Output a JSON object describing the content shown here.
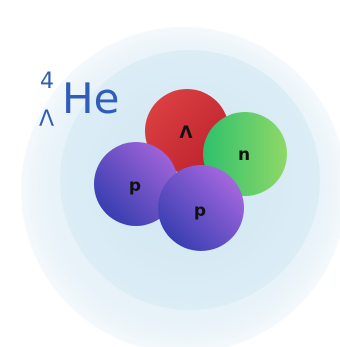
{
  "title": {
    "mass_number": "4",
    "strangeness_symbol": "Λ",
    "element": "He"
  },
  "particles": [
    {
      "id": "lambda",
      "label": "Λ",
      "colors": [
        "#e04545",
        "#b91d2a"
      ]
    },
    {
      "id": "neutron",
      "label": "n",
      "colors": [
        "#2ec06b",
        "#8fd868"
      ]
    },
    {
      "id": "proton-left",
      "label": "p",
      "colors": [
        "#2236a8",
        "#b36be0"
      ]
    },
    {
      "id": "proton-front",
      "label": "p",
      "colors": [
        "#2236a8",
        "#bb6fe8"
      ]
    }
  ],
  "halo_colors": {
    "outer": "#eef6fb",
    "inner": "#d7ebf5"
  }
}
